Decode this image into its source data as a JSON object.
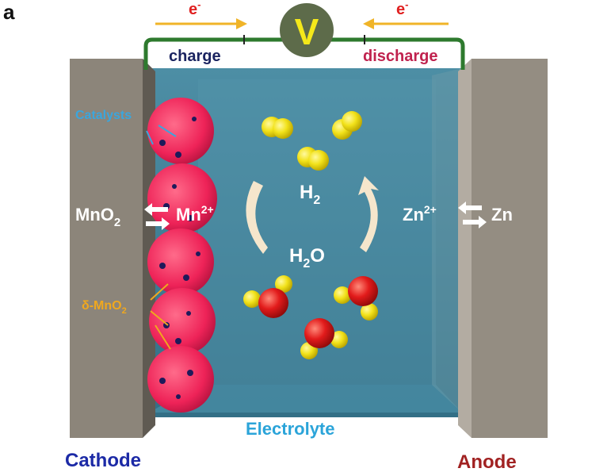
{
  "panel_label": "a",
  "circuit": {
    "meter": "V",
    "electron_left": {
      "base": "e",
      "sup": "-"
    },
    "electron_right": {
      "base": "e",
      "sup": "-"
    },
    "charge": "charge",
    "discharge": "discharge"
  },
  "labels": {
    "catalysts": "Catalysts",
    "delta_mno2": {
      "base": "δ-MnO",
      "sub": "2"
    },
    "cathode_reaction": {
      "left": "MnO",
      "left_sub": "2",
      "right": "Mn",
      "right_sup": "2+"
    },
    "anode_reaction": {
      "left": "Zn",
      "left_sup": "2+",
      "right": "Zn"
    },
    "h2": {
      "base": "H",
      "sub": "2"
    },
    "h2o": {
      "base": "H",
      "sub": "2",
      "tail": "O"
    },
    "electrolyte": "Electrolyte",
    "cathode": "Cathode",
    "anode": "Anode"
  },
  "colors": {
    "electrolyte": "#3e7e95",
    "electrode": "#8e877c",
    "wire": "#2e7a2e",
    "meter": "#5d6b4a",
    "arrow": "#f0b428",
    "catalyst_text": "#3aa6de",
    "delta_text": "#f0a81e",
    "cathode_text": "#1c2aa6",
    "anode_text": "#a12222",
    "electrolyte_text": "#2ba4d9"
  }
}
